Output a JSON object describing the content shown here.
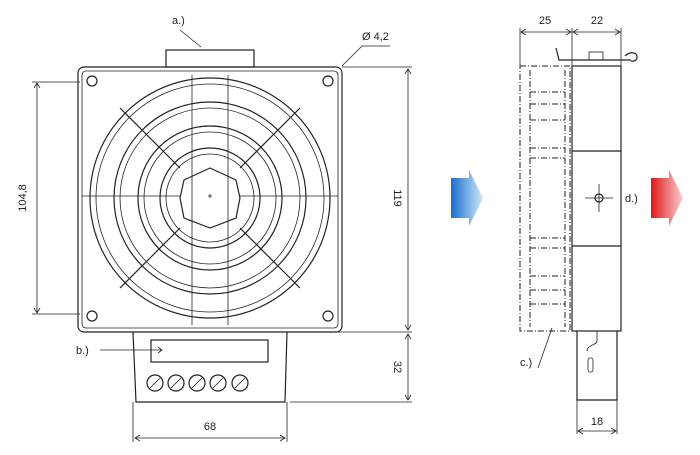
{
  "labels": {
    "a": "a.)",
    "b": "b.)",
    "c": "c.)",
    "d": "d.)"
  },
  "dimensions": {
    "hole_diameter": "Ø 4,2",
    "hole_spacing": "104,8",
    "height": "119",
    "terminal_height": "32",
    "terminal_width": "68",
    "depth_grille": "25",
    "depth_body": "22",
    "base_width": "18"
  },
  "colors": {
    "air_in": "#2a86d8",
    "air_out": "#e8262a"
  }
}
